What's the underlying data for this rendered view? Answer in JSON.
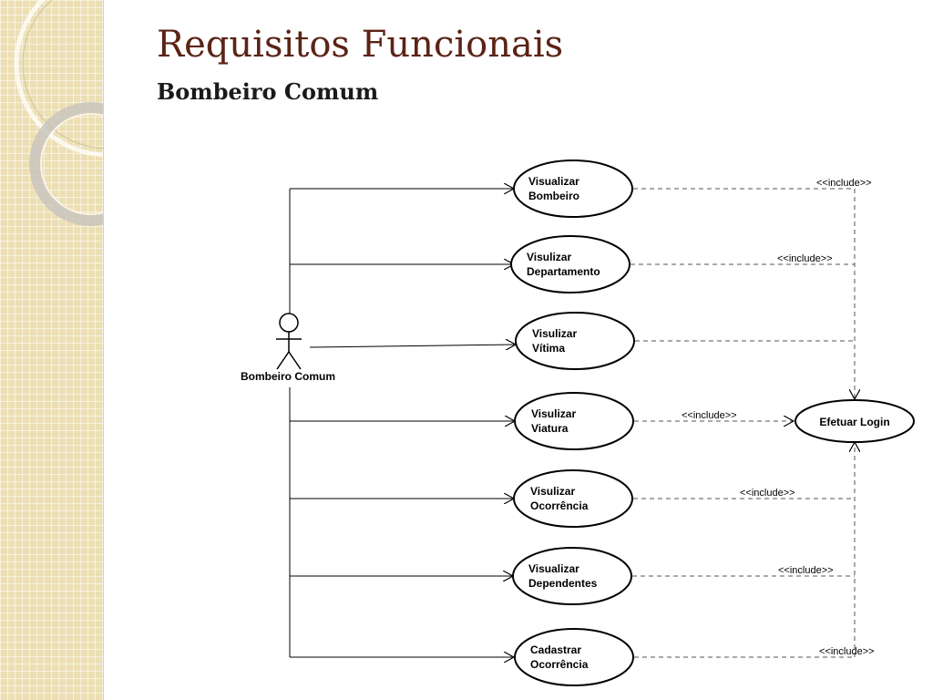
{
  "slide": {
    "title": "Requisitos Funcionais",
    "subtitle": "Bombeiro Comum"
  },
  "diagram": {
    "type": "uml-use-case",
    "actor": {
      "name": "Bombeiro Comum",
      "icon": "stick-figure-actor"
    },
    "use_cases": [
      {
        "id": "uc-visualizar-bombeiro",
        "line1": "Visualizar",
        "line2": "Bombeiro",
        "relation": "<<include>>"
      },
      {
        "id": "uc-visualizar-departamento",
        "line1": "Visulizar",
        "line2": "Departamento",
        "relation": "<<include>>"
      },
      {
        "id": "uc-visualizar-vitima",
        "line1": "Visulizar",
        "line2": "Vítima",
        "relation": ""
      },
      {
        "id": "uc-visualizar-viatura",
        "line1": "Visulizar",
        "line2": "Viatura",
        "relation": "<<include>>"
      },
      {
        "id": "uc-visualizar-ocorrencia",
        "line1": "Visulizar",
        "line2": "Ocorrência",
        "relation": "<<include>>"
      },
      {
        "id": "uc-visualizar-dependentes",
        "line1": "Visualizar",
        "line2": "Dependentes",
        "relation": "<<include>>"
      },
      {
        "id": "uc-cadastrar-ocorrencia",
        "line1": "Cadastrar",
        "line2": "Ocorrência",
        "relation": "<<include>>"
      }
    ],
    "target_use_case": {
      "label": "Efetuar Login"
    }
  },
  "colors": {
    "title": "#5b2416",
    "band": "#eddfb4",
    "line": "#000000",
    "dashed": "#555555"
  }
}
